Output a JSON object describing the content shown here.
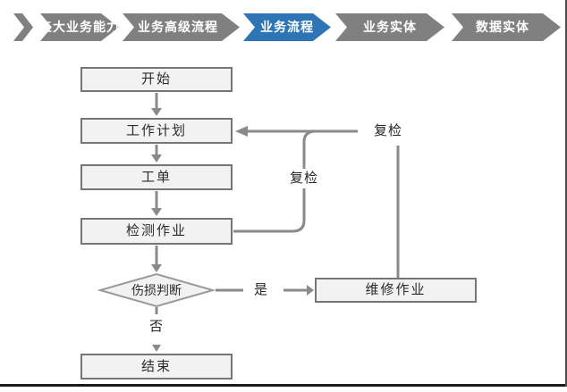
{
  "nav": {
    "items": [
      {
        "label": "五大业务能力",
        "active": false
      },
      {
        "label": "业务高级流程",
        "active": false
      },
      {
        "label": "业务流程",
        "active": true
      },
      {
        "label": "业务实体",
        "active": false
      },
      {
        "label": "数据实体",
        "active": false
      }
    ]
  },
  "flowchart": {
    "nodes": {
      "start": "开始",
      "plan": "工作计划",
      "order": "工单",
      "inspect": "检测作业",
      "decision": "伤损判断",
      "repair": "维修作业",
      "end": "结束"
    },
    "edge_labels": {
      "yes": "是",
      "no": "否",
      "recheck_inner": "复检",
      "recheck_outer": "复检"
    }
  },
  "colors": {
    "chevron_gray": "#808080",
    "active_blue": "#2e75b6",
    "box_fill": "#f2f2f2",
    "box_border": "#767676",
    "connector_gray": "#8a8a8a",
    "frame_bottom": "#1a1a1a",
    "frame_right": "#4d4d4d"
  }
}
